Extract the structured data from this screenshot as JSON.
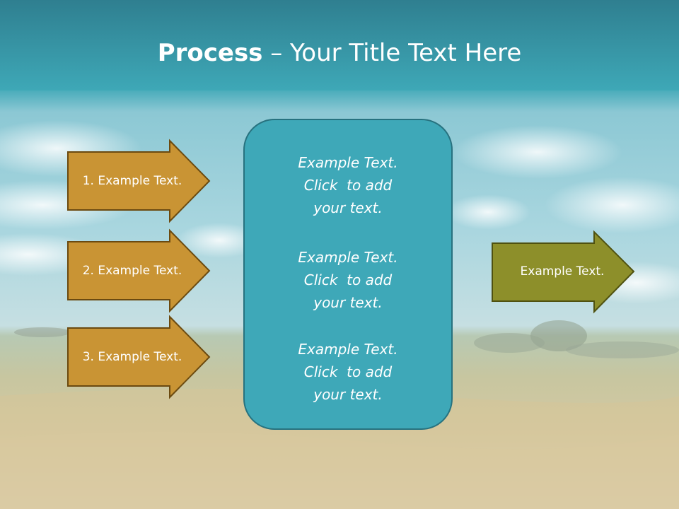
{
  "slide": {
    "title_bold": "Process",
    "title_rest": " – Your Title Text Here"
  },
  "left_arrows": [
    {
      "label": "1. Example Text."
    },
    {
      "label": "2. Example Text."
    },
    {
      "label": "3. Example Text."
    }
  ],
  "center_box": {
    "blocks": [
      {
        "lines": [
          "Example Text.",
          "Click  to add",
          "your text."
        ]
      },
      {
        "lines": [
          "Example Text.",
          "Click  to add",
          "your text."
        ]
      },
      {
        "lines": [
          "Example Text.",
          "Click  to add",
          "your text."
        ]
      }
    ]
  },
  "right_arrow": {
    "label": "Example Text."
  },
  "colors": {
    "title_band": "#3a9fad",
    "left_arrow_fill": "#c99434",
    "left_arrow_border": "#6b4a10",
    "center_box_fill": "#3ea8b8",
    "right_arrow_fill": "#8d8f2a",
    "right_arrow_border": "#4f5110"
  }
}
